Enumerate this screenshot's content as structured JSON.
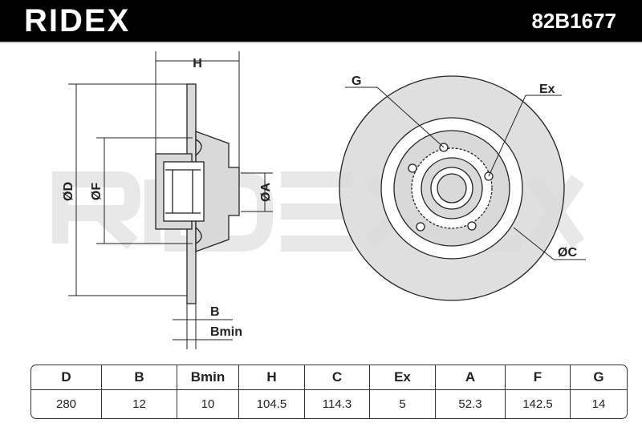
{
  "header": {
    "brand": "RIDEX",
    "part_number": "82B1677"
  },
  "drawing": {
    "labels": {
      "H": "H",
      "D": "ØD",
      "F": "ØF",
      "A": "ØA",
      "B": "B",
      "Bmin": "Bmin",
      "G": "G",
      "Ex": "Ex",
      "C": "ØC"
    },
    "watermark": "RIDEX"
  },
  "table": {
    "headers": [
      "D",
      "B",
      "Bmin",
      "H",
      "C",
      "Ex",
      "A",
      "F",
      "G"
    ],
    "values": [
      "280",
      "12",
      "10",
      "104.5",
      "114.3",
      "5",
      "52.3",
      "142.5",
      "14"
    ]
  }
}
